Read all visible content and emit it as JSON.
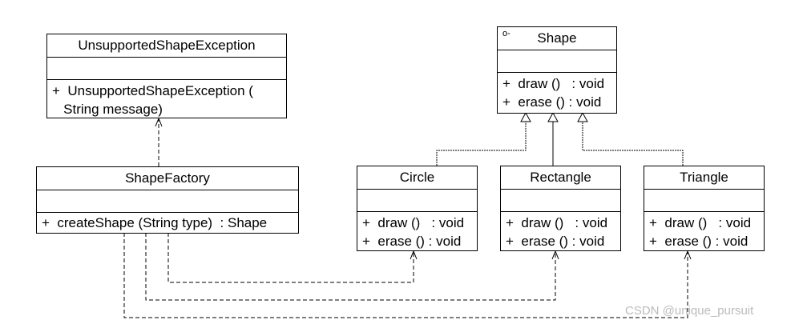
{
  "classes": {
    "exception": {
      "name": "UnsupportedShapeException",
      "ops": [
        "+  UnsupportedShapeException (",
        "   String message)"
      ]
    },
    "shape": {
      "name": "Shape",
      "stereotype_icon": "interface-lollipop-icon",
      "ops": [
        "+  draw ()   : void",
        "+  erase () : void"
      ]
    },
    "factory": {
      "name": "ShapeFactory",
      "ops": [
        "+  createShape (String type)  : Shape"
      ]
    },
    "circle": {
      "name": "Circle",
      "ops": [
        "+  draw ()   : void",
        "+  erase () : void"
      ]
    },
    "rectangle": {
      "name": "Rectangle",
      "ops": [
        "+  draw ()   : void",
        "+  erase () : void"
      ]
    },
    "triangle": {
      "name": "Triangle",
      "ops": [
        "+  draw ()   : void",
        "+  erase () : void"
      ]
    }
  },
  "watermark": "CSDN @unique_pursuit"
}
